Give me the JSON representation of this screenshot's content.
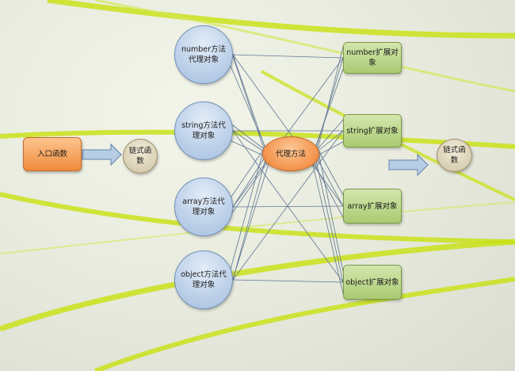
{
  "entry": {
    "label": "入口函数"
  },
  "chain_left": {
    "label": "链式函数"
  },
  "proxies": [
    {
      "label": "number方法代理对象"
    },
    {
      "label": "string方法代理对象"
    },
    {
      "label": "array方法代理对象"
    },
    {
      "label": "object方法代理对象"
    }
  ],
  "center": {
    "label": "代理方法"
  },
  "extensions": [
    {
      "label": "number扩展对象"
    },
    {
      "label": "string扩展对象"
    },
    {
      "label": "array扩展对象"
    },
    {
      "label": "object扩展对象"
    }
  ],
  "chain_right": {
    "label": "链式函数"
  },
  "colors": {
    "edge": "#5f7693",
    "arrow_fill": "#b7cde6",
    "arrow_stroke": "#5f82ad",
    "swoosh": "#c9e21a"
  }
}
